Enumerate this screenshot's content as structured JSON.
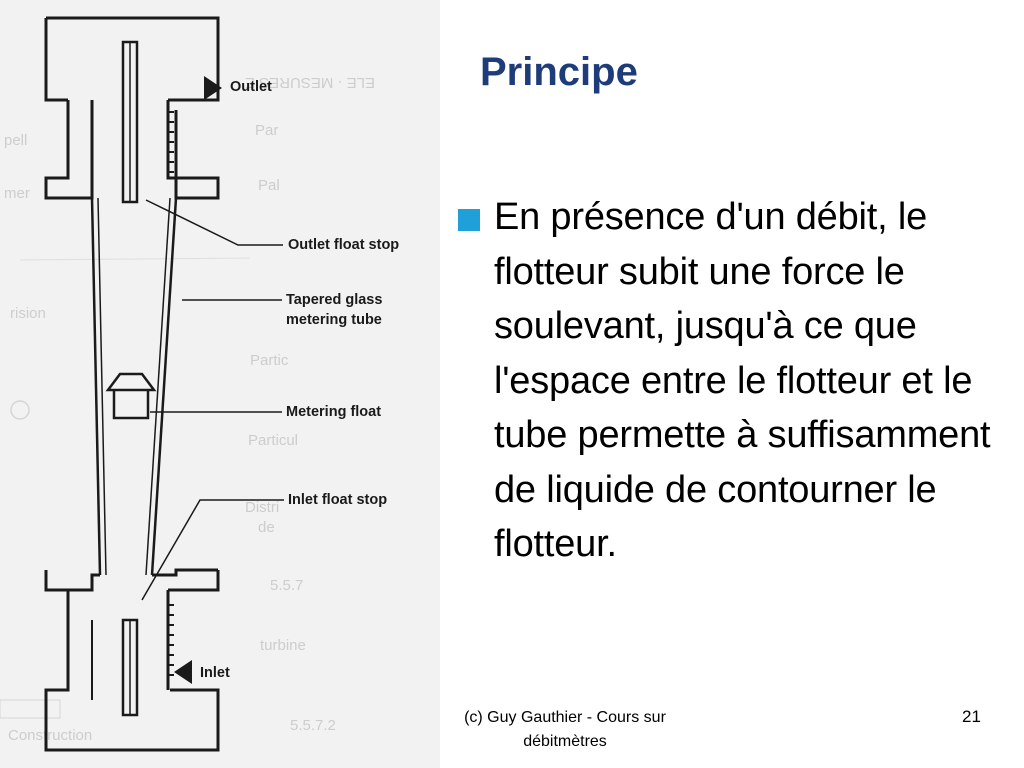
{
  "slide": {
    "title": "Principe",
    "bullets": [
      {
        "text": "En présence d'un débit, le flotteur subit une force le soulevant, jusqu'à ce que l'espace entre le flotteur et le tube permette à suffisamment de liquide de contourner le flotteur."
      }
    ],
    "footer": "(c) Guy Gauthier - Cours sur débitmètres",
    "page_number": "21"
  },
  "figure": {
    "labels": {
      "outlet": "Outlet",
      "outlet_float_stop": "Outlet float stop",
      "tapered_glass_1": "Tapered glass",
      "tapered_glass_2": "metering tube",
      "metering_float": "Metering float",
      "inlet_float_stop": "Inlet float stop",
      "inlet": "Inlet"
    }
  },
  "colors": {
    "title": "#1f3c7a",
    "bullet": "#1fa0d8",
    "figure_background": "#f2f2f2",
    "line_art": "#1a1a1a"
  }
}
